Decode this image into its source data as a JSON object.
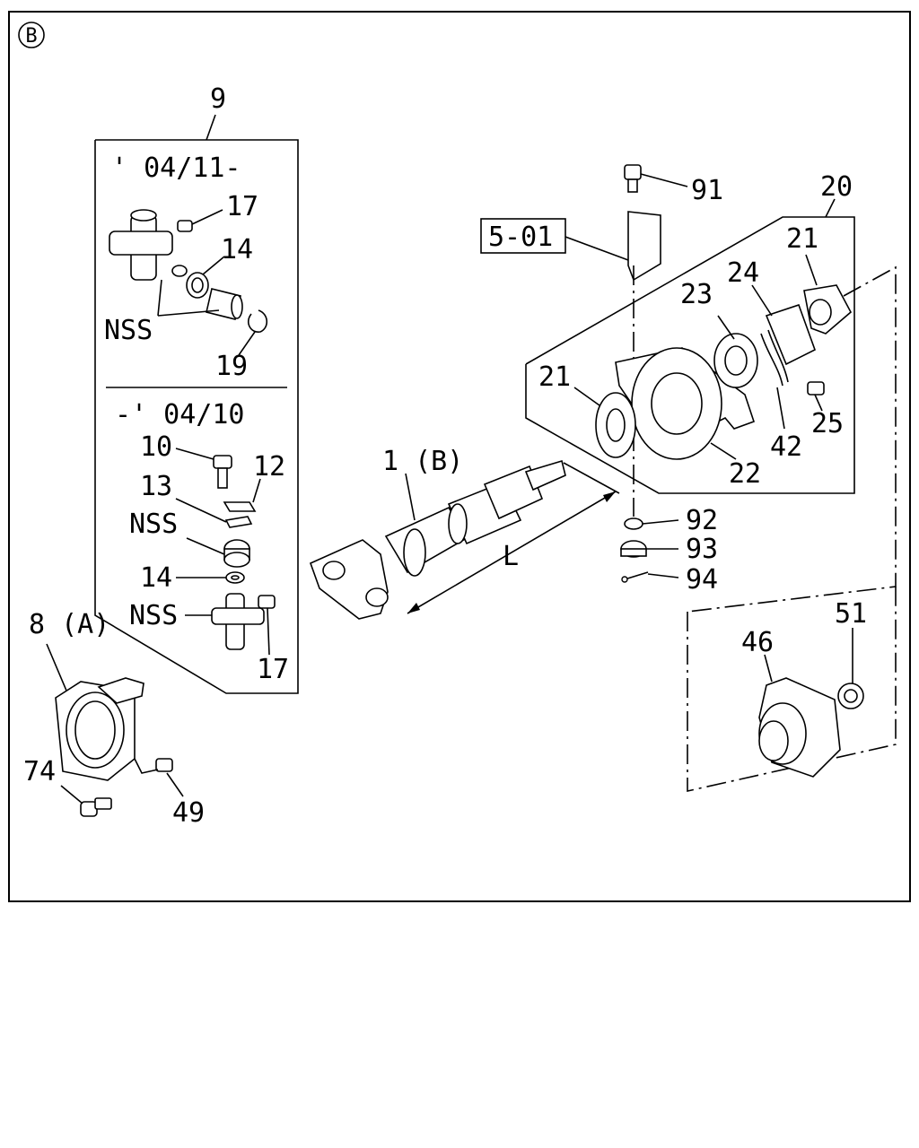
{
  "diagram": {
    "section_mark": "B",
    "labels": {
      "l9": "9",
      "date_new": "' 04/11-",
      "l17a": "17",
      "l14a": "14",
      "nss1": "NSS",
      "l19": "19",
      "date_old": "-' 04/10",
      "l10": "10",
      "l12": "12",
      "l13": "13",
      "nss2": "NSS",
      "l14b": "14",
      "nss3": "NSS",
      "l17b": "17",
      "l8a": "8 (A)",
      "l74": "74",
      "l49": "49",
      "l1b": "1 (B)",
      "lL": "L",
      "l91": "91",
      "l501": "5-01",
      "l20": "20",
      "l21a": "21",
      "l24": "24",
      "l23": "23",
      "l21b": "21",
      "l25": "25",
      "l42": "42",
      "l22": "22",
      "l92": "92",
      "l93": "93",
      "l94": "94",
      "l51": "51",
      "l46": "46"
    }
  }
}
